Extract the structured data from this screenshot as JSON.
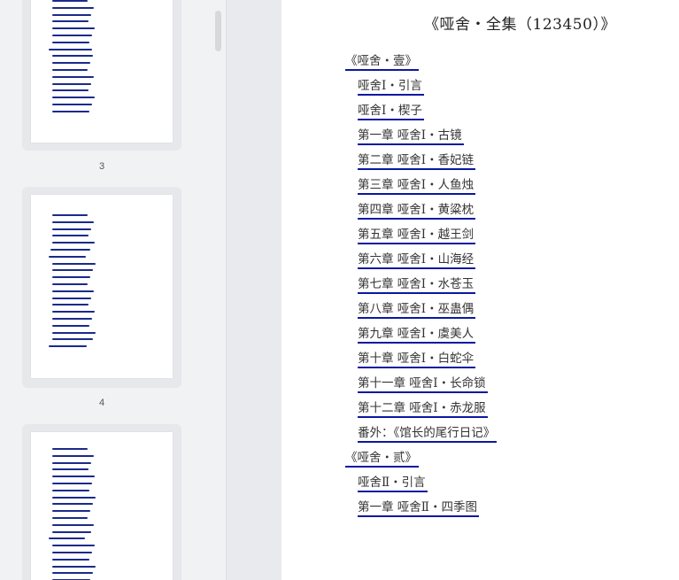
{
  "sidebar": {
    "page_numbers": [
      "3",
      "4"
    ]
  },
  "document": {
    "title": "《哑舍・全集（123450）》",
    "toc": [
      {
        "label": "《哑舍・壹》",
        "level": 1
      },
      {
        "label": "哑舍Ⅰ・引言",
        "level": 2
      },
      {
        "label": "哑舍Ⅰ・楔子",
        "level": 2
      },
      {
        "label": "第一章 哑舍Ⅰ・古镜",
        "level": 2
      },
      {
        "label": "第二章 哑舍Ⅰ・香妃链",
        "level": 2
      },
      {
        "label": "第三章 哑舍Ⅰ・人鱼烛",
        "level": 2
      },
      {
        "label": "第四章 哑舍Ⅰ・黄粱枕",
        "level": 2
      },
      {
        "label": "第五章 哑舍Ⅰ・越王剑",
        "level": 2
      },
      {
        "label": "第六章 哑舍Ⅰ・山海经",
        "level": 2
      },
      {
        "label": "第七章 哑舍Ⅰ・水苍玉",
        "level": 2
      },
      {
        "label": "第八章 哑舍Ⅰ・巫蛊偶",
        "level": 2
      },
      {
        "label": "第九章 哑舍Ⅰ・虞美人",
        "level": 2
      },
      {
        "label": "第十章 哑舍Ⅰ・白蛇伞",
        "level": 2
      },
      {
        "label": "第十一章 哑舍Ⅰ・长命锁",
        "level": 2
      },
      {
        "label": "第十二章 哑舍Ⅰ・赤龙服",
        "level": 2
      },
      {
        "label": "番外：《馆长的尾行日记》",
        "level": 2
      },
      {
        "label": "《哑舍・贰》",
        "level": 1
      },
      {
        "label": "哑舍Ⅱ・引言",
        "level": 2
      },
      {
        "label": "第一章 哑舍Ⅱ・四季图",
        "level": 2
      }
    ]
  },
  "colors": {
    "link_underline": "#0a18a0",
    "thumbnail_link": "#1a2a8a"
  }
}
